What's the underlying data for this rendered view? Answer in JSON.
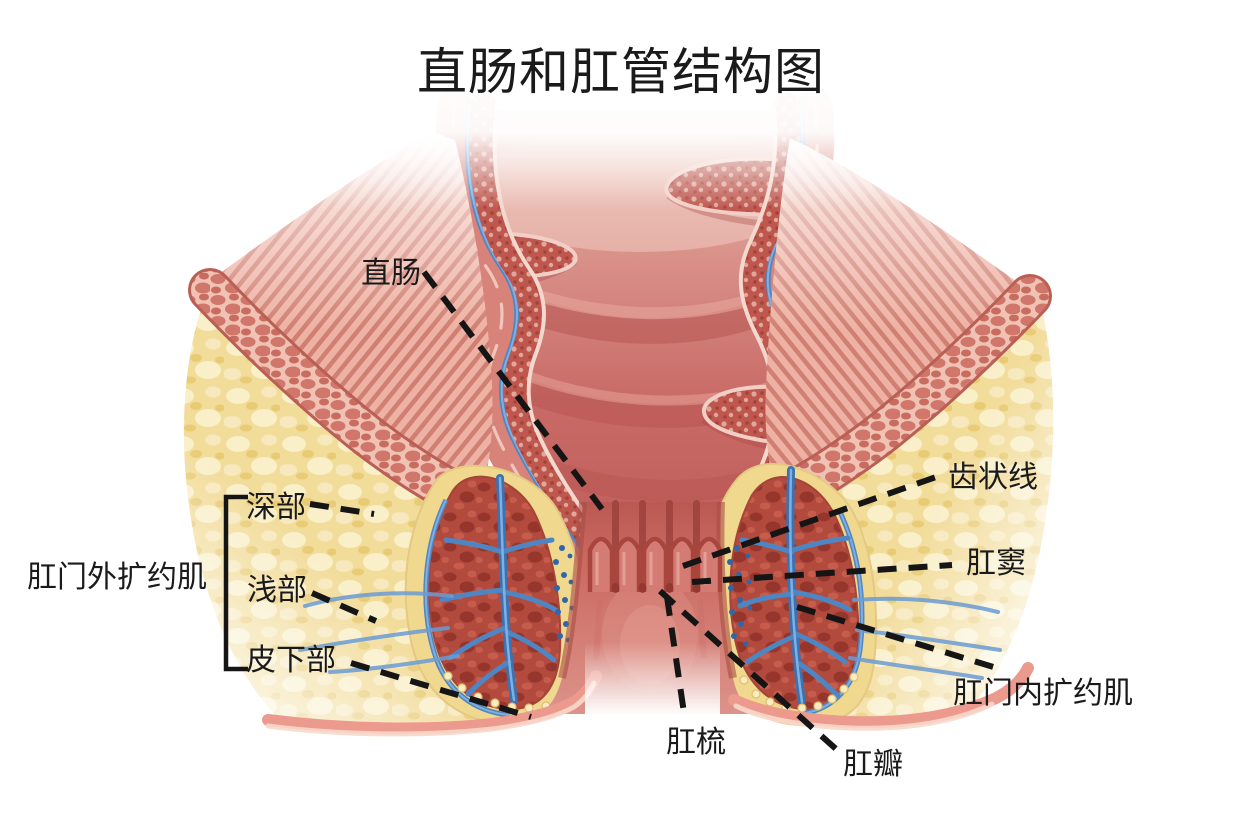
{
  "title": "直肠和肛管结构图",
  "labels": {
    "rectum": "直肠",
    "dentate_line": "齿状线",
    "anal_sinus": "肛窦",
    "internal_anal_sphincter": "肛门内扩约肌",
    "anal_valve": "肛瓣",
    "anal_pecten": "肛梳",
    "external_anal_sphincter": "肛门外扩约肌",
    "external_sphincter_parts": {
      "deep": "深部",
      "superficial": "浅部",
      "subcutaneous": "皮下部"
    }
  },
  "colors": {
    "background": "#ffffff",
    "label_text": "#1a1a1a",
    "leader_line": "#151515",
    "mucosa_pink": "#cf716c",
    "muscle_red": "#b24a3d",
    "fat_yellow": "#f2dc9a",
    "vessel_blue": "#4e86c4",
    "skin_salmon": "#e4837a"
  }
}
